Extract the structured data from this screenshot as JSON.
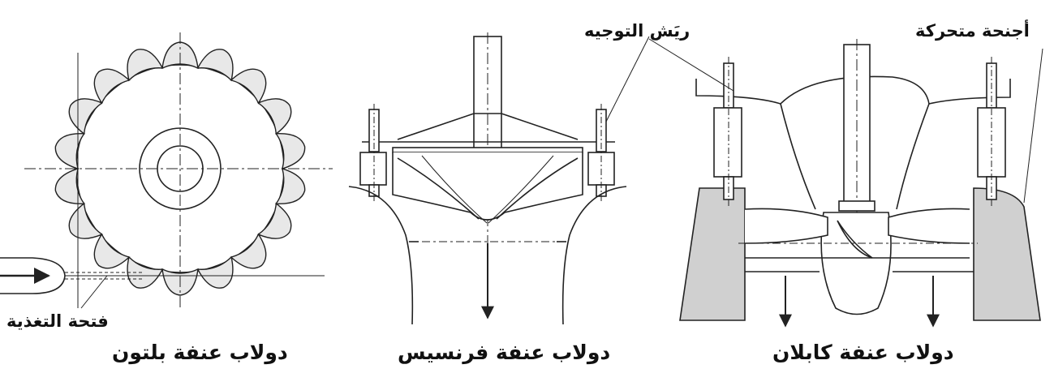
{
  "diagram": {
    "captions": {
      "pelton": "دولاب عنفة بلتون",
      "francis": "دولاب عنفة فرنسيس",
      "kaplan": "دولاب عنفة كابلان"
    },
    "callouts": {
      "guide_vanes": "ريَش التوجيه",
      "movable_blades": "أجنحة متحركة",
      "feed_opening": "فتحة التغذية"
    },
    "colors": {
      "line": "#222222",
      "bucket_fill": "#e8e8e8",
      "casing_fill": "#d0d0d0",
      "background": "#ffffff"
    }
  }
}
